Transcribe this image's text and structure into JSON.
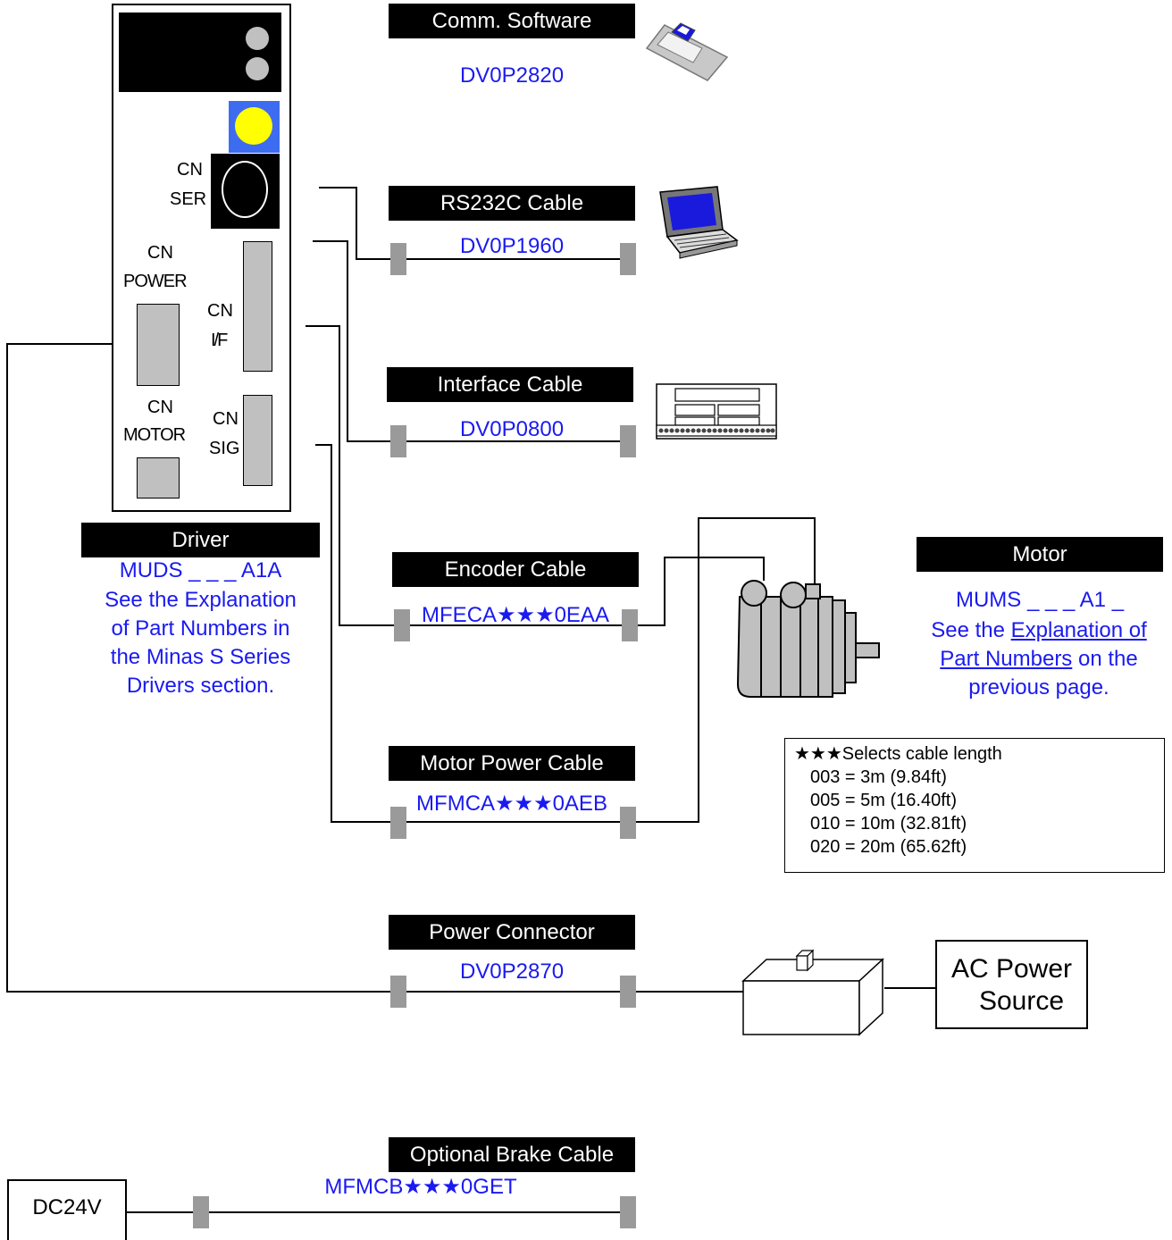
{
  "driver": {
    "connectors": {
      "ser": [
        "CN",
        "SER"
      ],
      "power": [
        "CN",
        "POWER"
      ],
      "if": [
        "CN",
        "I/F"
      ],
      "motor": [
        "CN",
        "MOTOR"
      ],
      "sig": [
        "CN",
        "SIG"
      ]
    },
    "header": "Driver",
    "part_number": "MUDS _ _ _ A1A",
    "note": [
      "See the Explanation",
      "of Part Numbers in",
      "the Minas S Series",
      "Drivers section."
    ]
  },
  "software": {
    "header": "Comm. Software",
    "part_number": "DV0P2820",
    "icon": "floppy-disk-icon"
  },
  "rs232c": {
    "header": "RS232C Cable",
    "part_number": "DV0P1960",
    "icon": "laptop-computer-icon"
  },
  "interface": {
    "header": "Interface Cable",
    "part_number": "DV0P0800",
    "icon": "terminal-block-icon"
  },
  "encoder": {
    "header": "Encoder Cable",
    "part_number": "MFECA★★★0EAA"
  },
  "motor_power": {
    "header": "Motor Power Cable",
    "part_number": "MFMCA★★★0AEB"
  },
  "power_connector": {
    "header": "Power Connector",
    "part_number": "DV0P2870"
  },
  "brake": {
    "header": "Optional Brake Cable",
    "part_number": "MFMCB★★★0GET"
  },
  "motor": {
    "header": "Motor",
    "part_number": "MUMS _ _ _ A1 _",
    "note_before": "See the ",
    "note_link1": "Explanation of",
    "note_link2": "Part Numbers",
    "note_after": " on the",
    "note_last": "previous page.",
    "icon": "servo-motor-icon"
  },
  "cable_length": {
    "title": "★★★Selects cable length",
    "options": [
      "003 = 3m (9.84ft)",
      "005 = 5m (16.40ft)",
      "010 = 10m (32.81ft)",
      "020 = 20m (65.62ft)"
    ]
  },
  "ac_power": {
    "lines": [
      "AC Power",
      "Source"
    ],
    "icon": "power-connector-box-icon"
  },
  "dc24v": {
    "label": "DC24V"
  },
  "colors": {
    "part_number": "#1a1af0",
    "header_bg": "#000000",
    "plug": "#9a9a9a",
    "panel_gray": "#c0c0c0",
    "dial": "#ffff00",
    "dial_bg": "#3d6cf0"
  }
}
